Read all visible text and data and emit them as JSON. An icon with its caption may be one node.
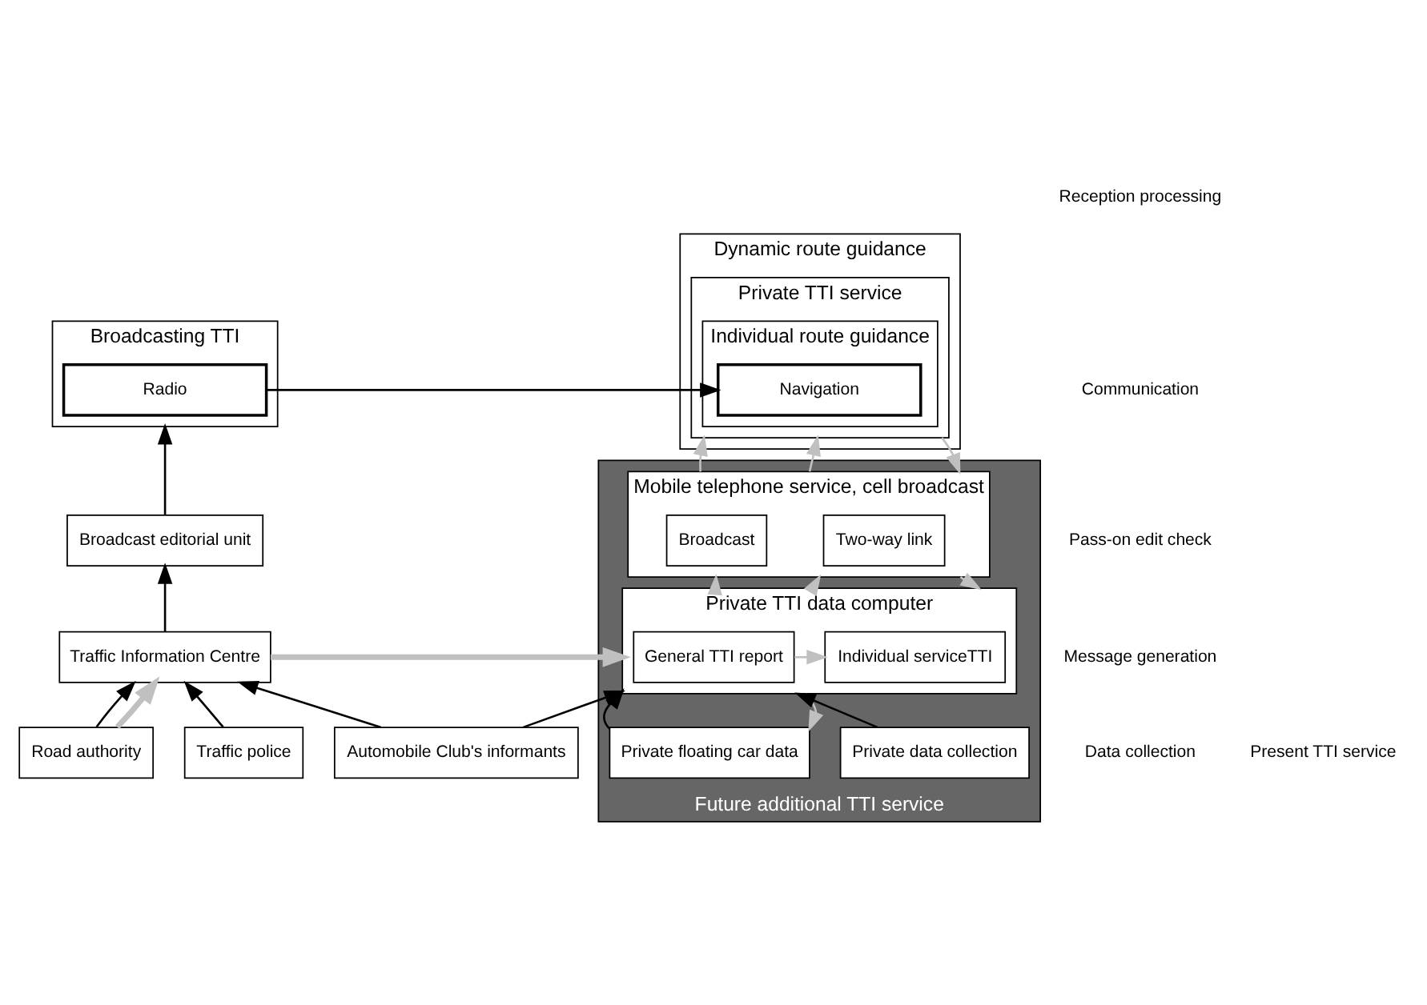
{
  "diagram": {
    "nodes": [
      {
        "text": [
          "Broadcasting TTI"
        ]
      },
      {
        "text": [
          "Radio"
        ],
        "in": 0
      },
      {
        "text": [
          "Dynamic route guidance"
        ]
      },
      {
        "text": [
          "Private TTI service"
        ],
        "in": 2
      },
      {
        "text": [
          "Individual route guidance"
        ],
        "in": 3
      },
      {
        "text": [
          "Navigation"
        ],
        "in": 4
      },
      {
        "text": [
          "Future additional TTI service"
        ]
      },
      {
        "text": [
          "Mobile telephone service, cell broadcast"
        ],
        "in": 6
      },
      {
        "text": [
          "Broadcast"
        ],
        "in": 7
      },
      {
        "text": [
          "Two-way link"
        ],
        "in": 7
      },
      {
        "text": [
          "Private TTI data computer"
        ],
        "in": 6
      },
      {
        "text": [
          "General TTI report"
        ],
        "in": 10
      },
      {
        "text": [
          "Individual serviceTTI"
        ],
        "in": 10
      },
      {
        "text": [
          "Private data collection"
        ],
        "in": 6
      },
      {
        "text": [
          "Private floating car data"
        ],
        "in": 6
      },
      {
        "text": [
          "Broadcast editorial unit"
        ]
      },
      {
        "text": [
          "Traffic Information Centre"
        ]
      },
      {
        "text": [
          "Road authority"
        ]
      },
      {
        "text": [
          "Traffic police"
        ]
      },
      {
        "text": [
          "Automobile Club's informants"
        ]
      }
    ],
    "edges": [
      {
        "from": 1,
        "to": 5,
        "arrow": "to",
        "color": "#000000"
      },
      {
        "from": 15,
        "to": 0,
        "arrow": "to",
        "color": "#000000"
      },
      {
        "from": 16,
        "to": 15,
        "arrow": "to",
        "color": "#000000"
      },
      {
        "from": 17,
        "to": 16,
        "arrow": "to",
        "color": "#000000"
      },
      {
        "from": 17,
        "to": 16,
        "arrow": "to",
        "color": "#c0c0c0",
        "style": "thick"
      },
      {
        "from": 18,
        "to": 16,
        "arrow": "to",
        "color": "#000000"
      },
      {
        "from": 19,
        "to": 16,
        "arrow": "to",
        "color": "#000000"
      },
      {
        "from": 19,
        "to": 10,
        "arrow": "to",
        "color": "#000000"
      },
      {
        "from": 16,
        "to": 10,
        "arrow": "to",
        "color": "#c0c0c0",
        "style": "thick"
      },
      {
        "from": 13,
        "to": 10,
        "arrow": "to",
        "color": "#000000"
      },
      {
        "from": 10,
        "to": 14,
        "arrow": "to",
        "color": "#c0c0c0"
      },
      {
        "from": 14,
        "to": 10,
        "arrow": "to",
        "color": "#000000"
      },
      {
        "from": 11,
        "to": 12,
        "arrow": "to",
        "color": "#c0c0c0"
      },
      {
        "from": 7,
        "to": 10,
        "arrow": "to",
        "color": "#c0c0c0"
      },
      {
        "from": 10,
        "to": 7,
        "arrow": "to",
        "color": "#c0c0c0"
      },
      {
        "from": 10,
        "to": 7,
        "arrow": "to",
        "color": "#c0c0c0"
      },
      {
        "from": 3,
        "to": 7,
        "arrow": "to",
        "color": "#c0c0c0"
      },
      {
        "from": 7,
        "to": 3,
        "arrow": "to",
        "color": "#c0c0c0"
      },
      {
        "from": 7,
        "to": 3,
        "arrow": "to",
        "color": "#c0c0c0"
      }
    ],
    "labels": [
      "Reception processing",
      "Communication",
      "Pass-on edit check",
      "Message generation",
      "Data collection",
      "Present TTI service"
    ]
  }
}
